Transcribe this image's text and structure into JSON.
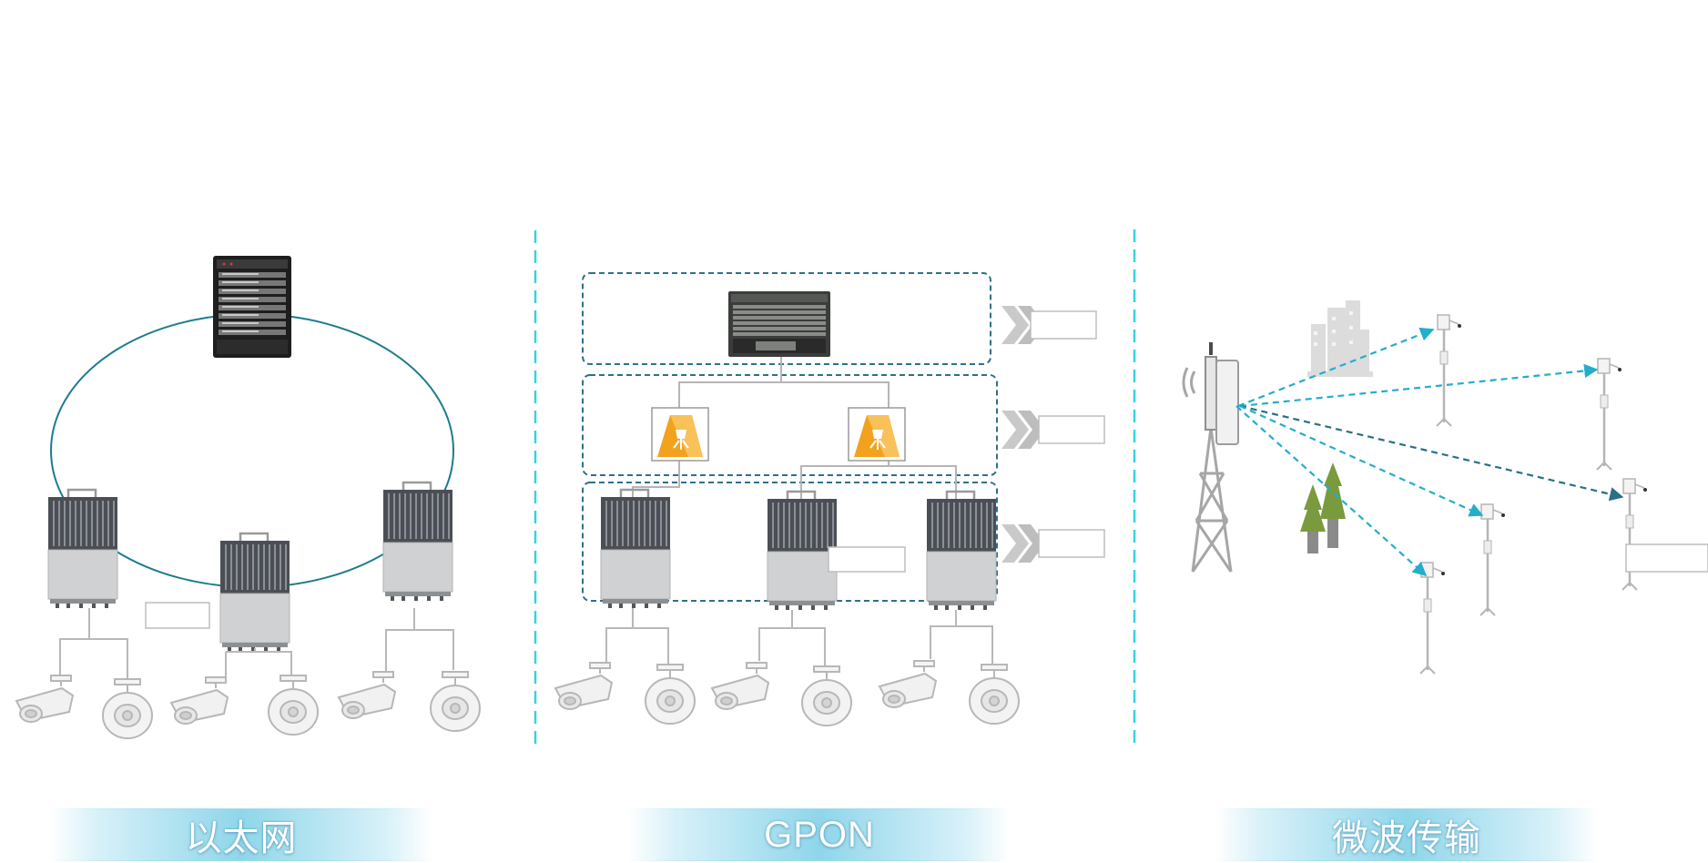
{
  "sections": [
    {
      "title": "以太网"
    },
    {
      "title": "GPON"
    },
    {
      "title": "微波传输"
    }
  ],
  "colors": {
    "ring": "#1d7b8e",
    "divider": "#36d3e0",
    "dashed_box": "#2f6f8c",
    "arrow_light": "#23aecb",
    "arrow_dark": "#2a6f88",
    "tree": "#7a9a3e",
    "device_gray": "#bcbcbc",
    "splitter_orange": "#f3a21e"
  },
  "icons": [
    "core-switch-icon",
    "olt-icon",
    "splitter-icon",
    "outdoor-switch-icon",
    "bullet-camera-icon",
    "dome-camera-icon",
    "microwave-tower-icon",
    "building-icon",
    "tree-icon",
    "camera-pole-icon",
    "chevron-arrow-icon"
  ]
}
